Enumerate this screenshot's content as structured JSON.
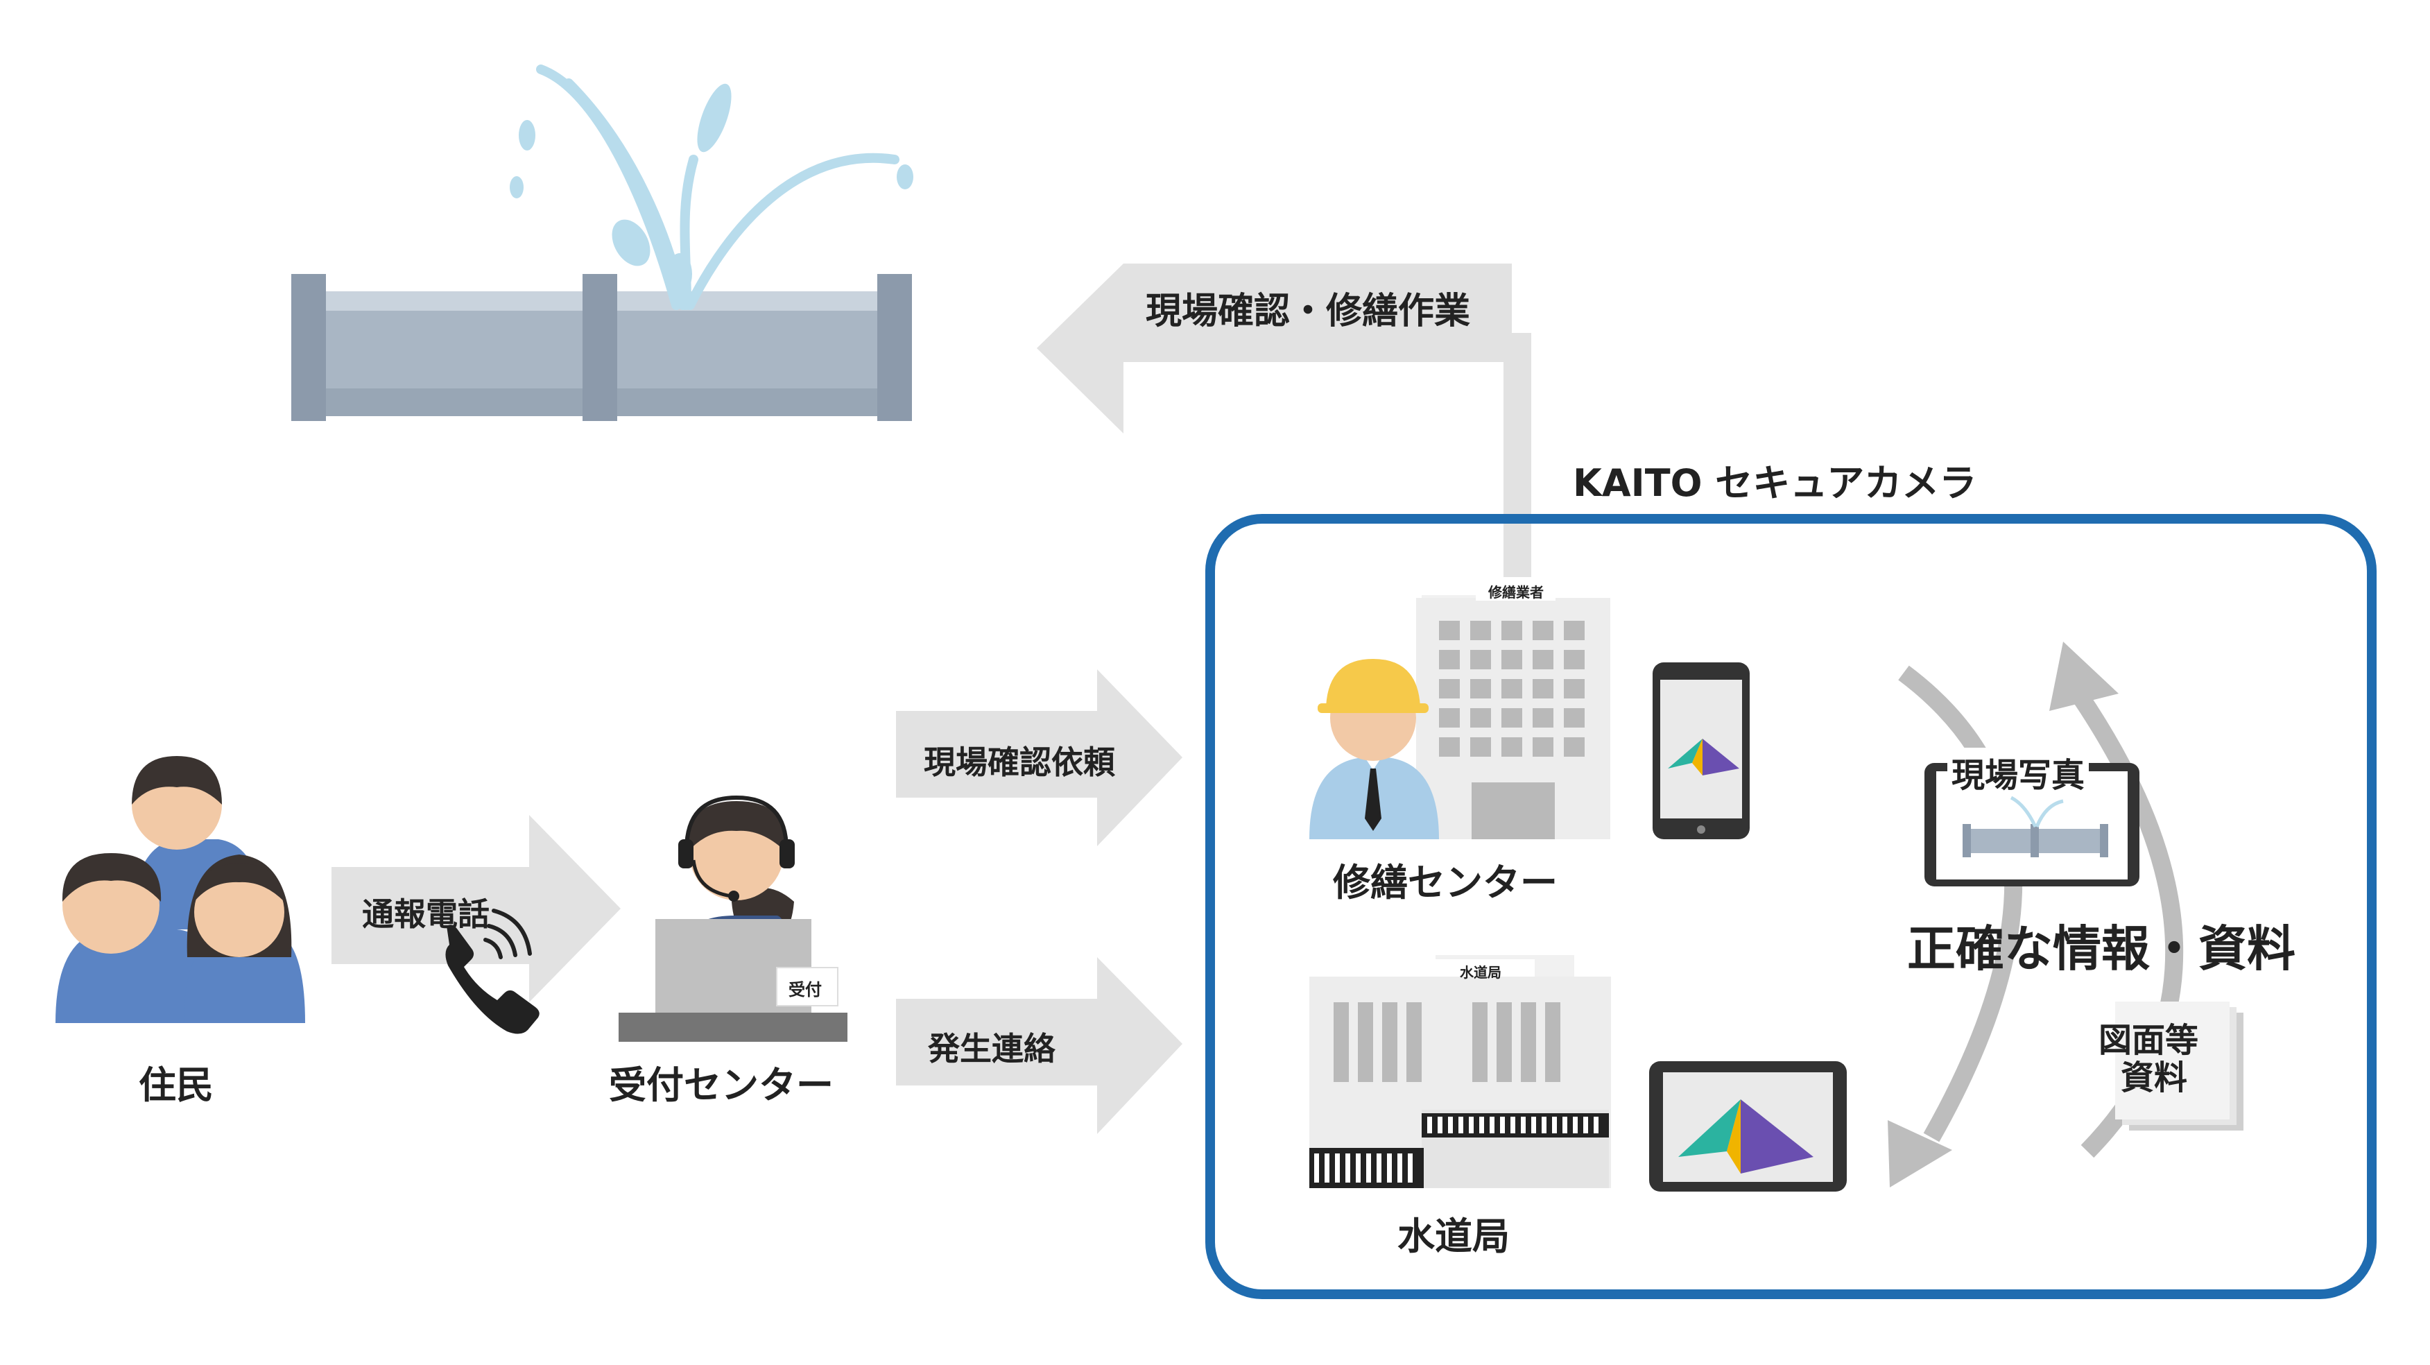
{
  "colors": {
    "arrow": "#e2e2e2",
    "frame": "#1f6cb0",
    "skin": "#f2c9a6",
    "hair": "#3a3330",
    "shirt": "#5b84c4",
    "pipe": "#a9b6c4",
    "water": "#b8dcec",
    "helmet": "#f6c94a",
    "gray_arrow": "#bdbdbd"
  },
  "labels": {
    "site_repair": "現場確認・修繕作業",
    "kaito": "KAITO セキュアカメラ",
    "call": "通報電話",
    "request": "現場確認依頼",
    "notify": "発生連絡",
    "residents": "住民",
    "reception": "受付センター",
    "repair_center": "修繕センター",
    "waterworks": "水道局",
    "site_photo": "現場写真",
    "accurate_info": "正確な情報・資料",
    "drawings_line1": "図面等",
    "drawings_line2": "資料",
    "building_sign_repair": "修繕業者",
    "building_sign_water": "水道局",
    "desk_sign": "受付"
  },
  "icons": [
    "leaking-pipe-icon",
    "residents-icon",
    "telephone-icon",
    "operator-icon",
    "worker-icon",
    "building-icon",
    "smartphone-icon",
    "waterworks-building-icon",
    "tablet-icon",
    "document-icon"
  ]
}
